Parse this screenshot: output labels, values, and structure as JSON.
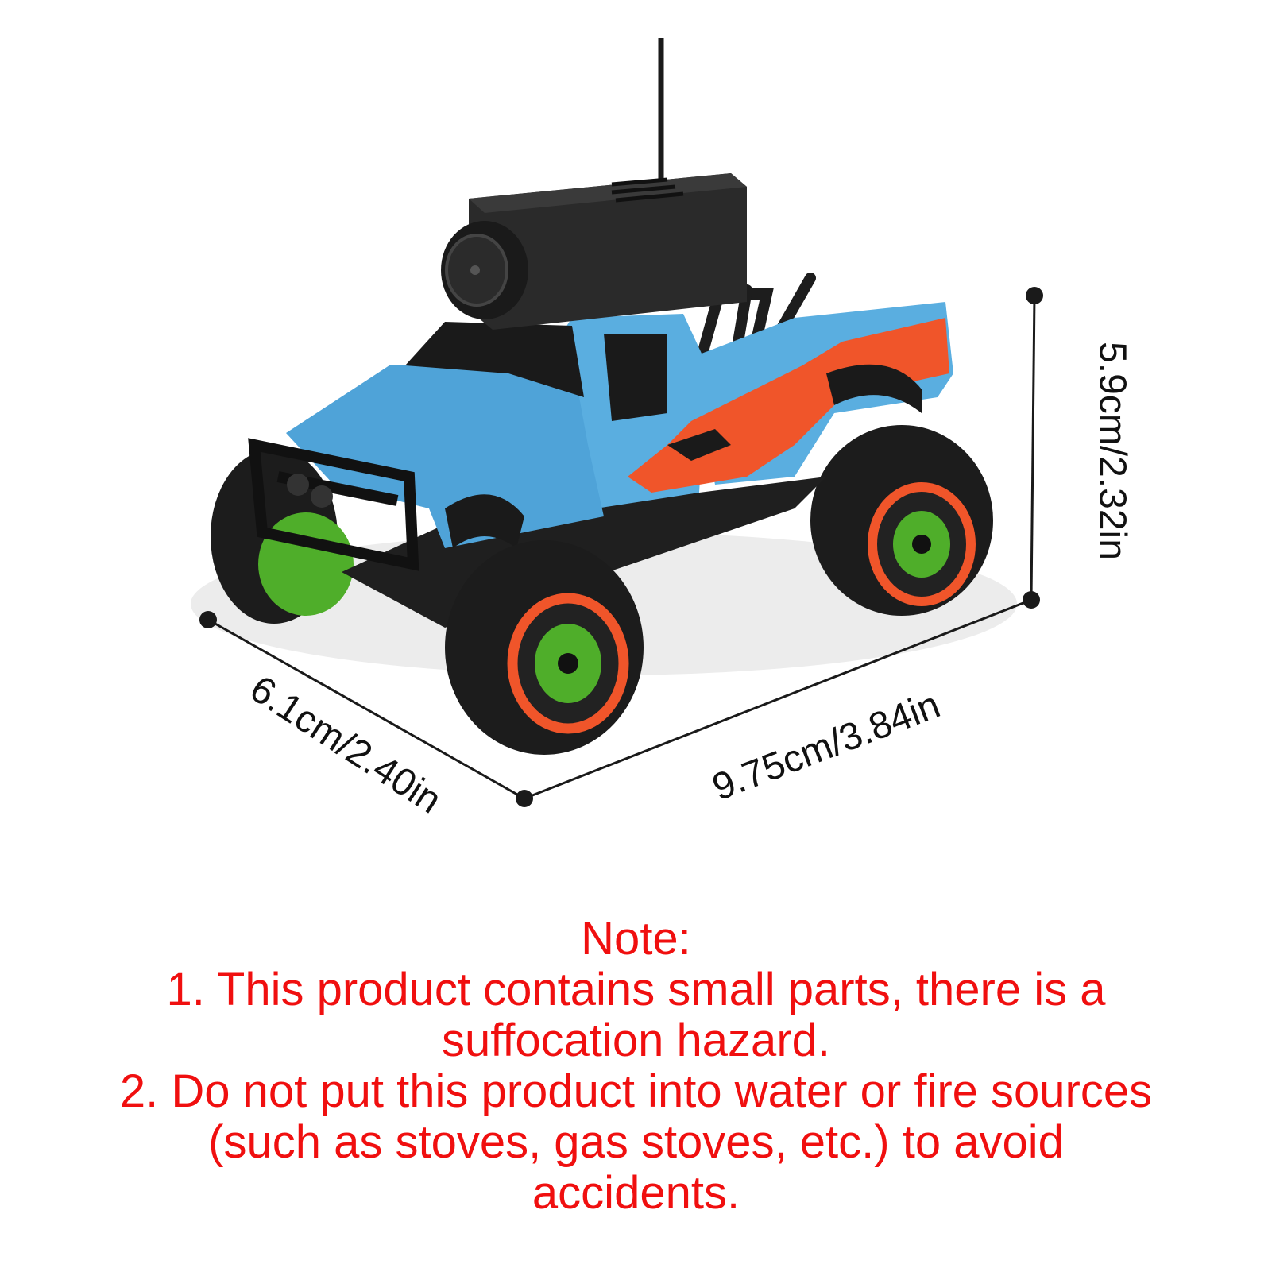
{
  "dimensions": {
    "width_label": "6.1cm/2.40in",
    "length_label": "9.75cm/3.84in",
    "height_label": "5.9cm/2.32in"
  },
  "note": {
    "heading": "Note:",
    "line1a": "1. This product contains small parts, there is a",
    "line1b": "suffocation hazard.",
    "line2a": "2. Do not put this product into water or fire sources",
    "line2b": "(such as stoves, gas stoves, etc.) to avoid",
    "line2c": "accidents."
  },
  "colors": {
    "body_blue": "#5aaee0",
    "flame_orange": "#f0552a",
    "tire_black": "#1c1c1c",
    "rim_green": "#4fae2a",
    "note_red": "#f00f0f"
  }
}
